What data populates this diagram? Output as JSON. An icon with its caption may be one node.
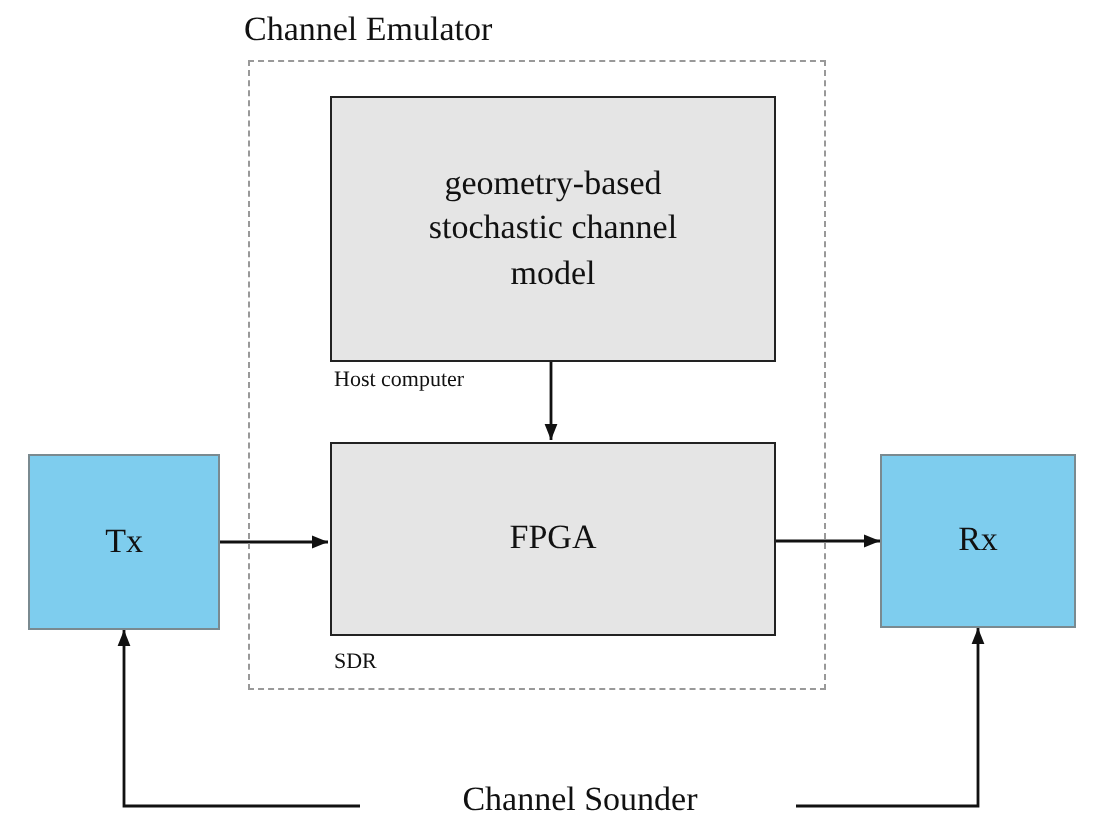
{
  "diagram": {
    "nodes": [
      {
        "text": [
          "Channel Emulator"
        ]
      },
      {
        "text": [
          "geometry-based stochastic channel model"
        ],
        "in": 0,
        "beside": [
          "Host computer"
        ]
      },
      {
        "text": [
          "FPGA"
        ],
        "in": 0,
        "beside": [
          "SDR"
        ]
      },
      {
        "text": [
          "Tx"
        ]
      },
      {
        "text": [
          "Rx"
        ]
      },
      {
        "text": [
          "Channel Sounder"
        ]
      }
    ],
    "edges": [
      {
        "from": 1,
        "to": 2,
        "arrow": "to"
      },
      {
        "from": 3,
        "to": 2,
        "arrow": "to"
      },
      {
        "from": 2,
        "to": 4,
        "arrow": "to"
      },
      {
        "from": 5,
        "to": 3,
        "arrow": "to"
      },
      {
        "from": 5,
        "to": 4,
        "arrow": "to"
      }
    ]
  }
}
